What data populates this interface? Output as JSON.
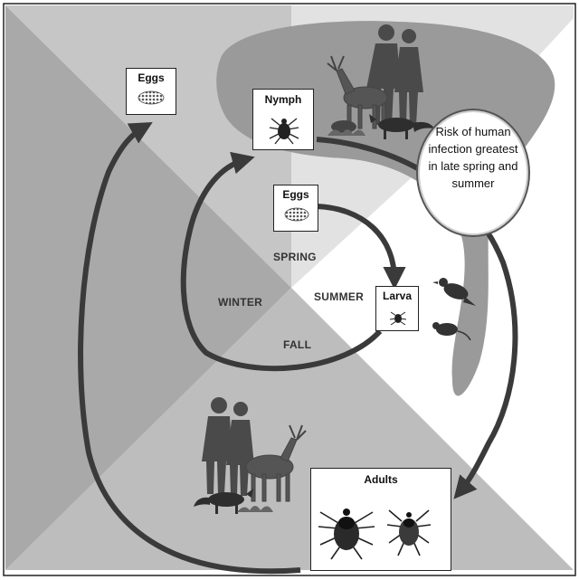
{
  "stages": {
    "eggs_outer": "Eggs",
    "eggs_inner": "Eggs",
    "nymph": "Nymph",
    "larva": "Larva",
    "adults": "Adults"
  },
  "seasons": {
    "spring": "SPRING",
    "summer": "SUMMER",
    "fall": "FALL",
    "winter": "WINTER"
  },
  "risk_note": "Risk of human infection greatest in late spring and summer",
  "colors": {
    "winter_gray": "#a8a8a8",
    "spring_gray": "#c8c8c8",
    "highlight_gray": "#9c9c9c",
    "arrow": "#3a3a3a"
  }
}
